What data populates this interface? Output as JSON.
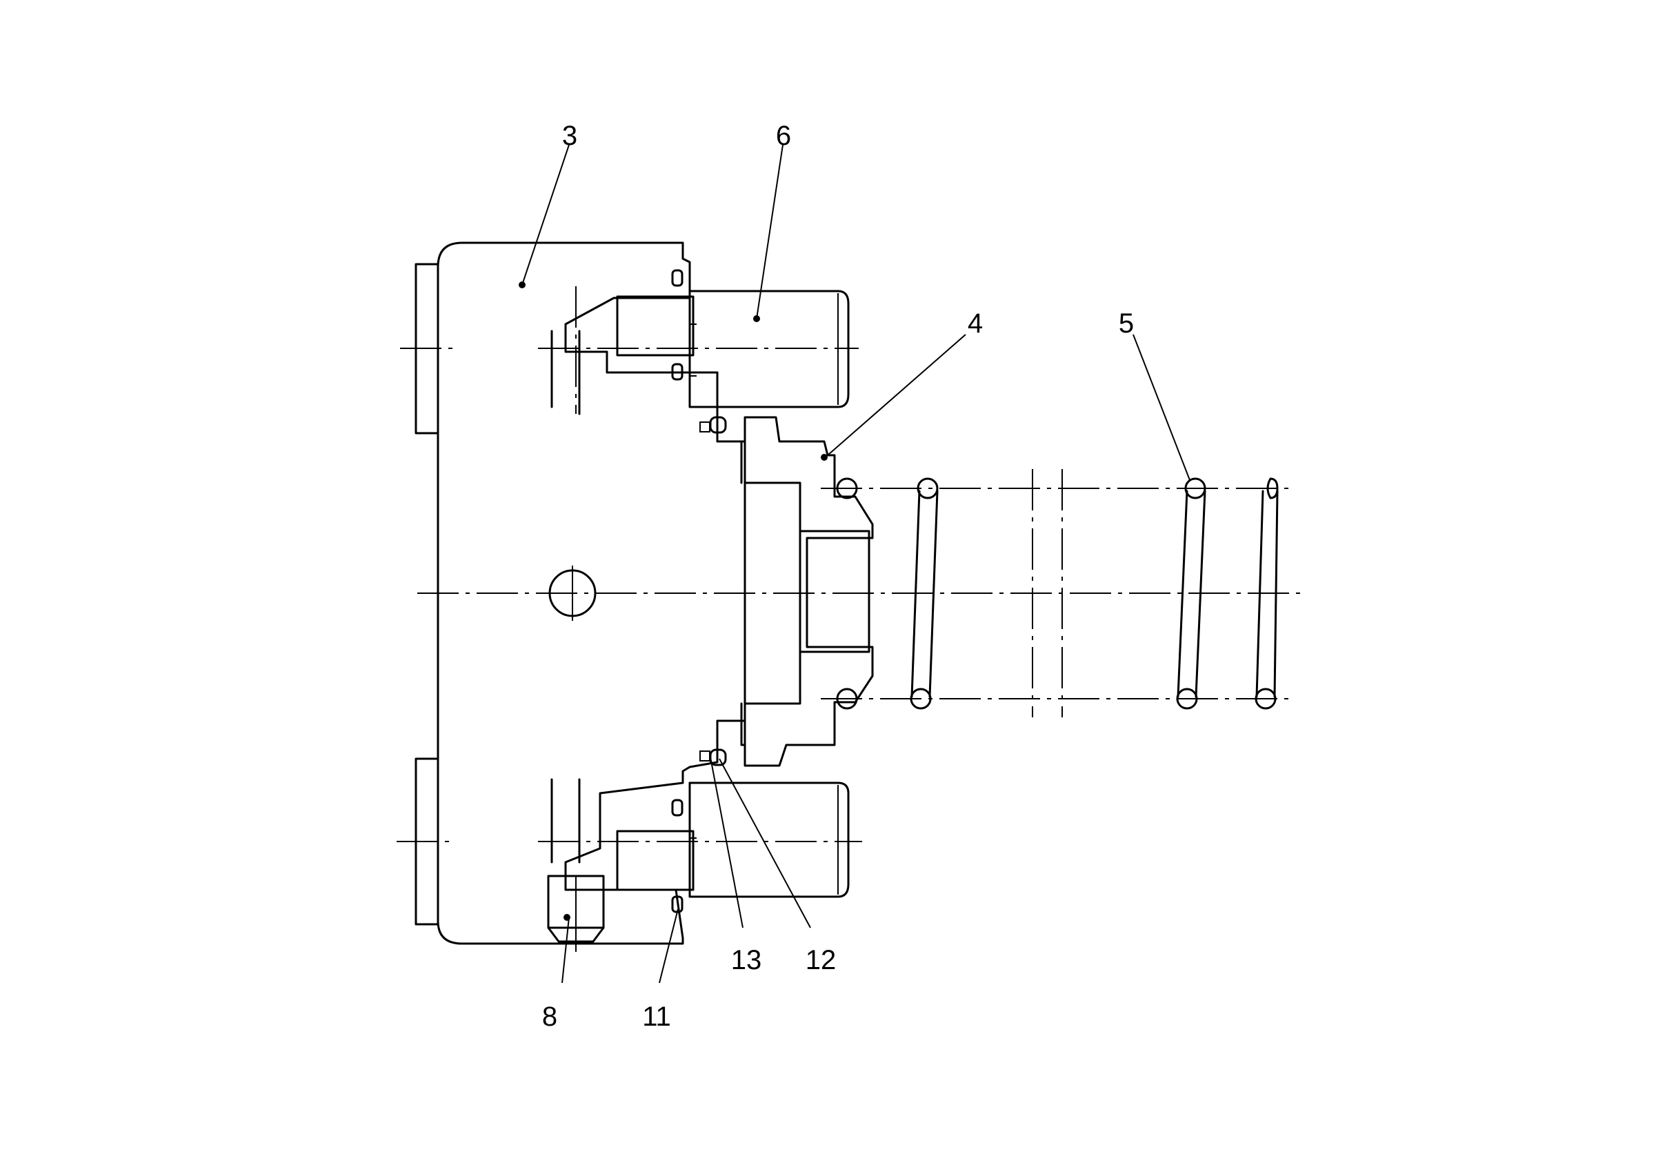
{
  "callouts": {
    "c3": "3",
    "c6": "6",
    "c4": "4",
    "c5": "5",
    "c8": "8",
    "c11": "11",
    "c13": "13",
    "c12": "12"
  },
  "colors": {
    "line": "#000000",
    "background": "#ffffff"
  }
}
